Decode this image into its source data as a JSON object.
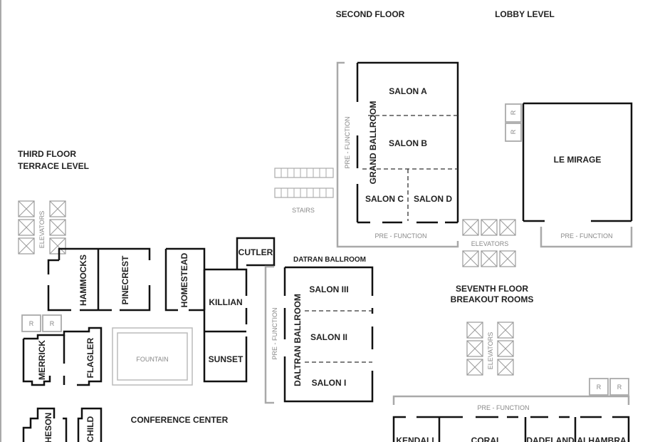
{
  "levels": {
    "second_floor": "SECOND FLOOR",
    "lobby_level": "LOBBY LEVEL",
    "third_floor": "THIRD FLOOR",
    "terrace_level": "TERRACE LEVEL",
    "seventh_floor": "SEVENTH FLOOR",
    "breakout_rooms": "BREAKOUT ROOMS",
    "conference_center": "CONFERENCE CENTER"
  },
  "rooms": {
    "salon_a": "SALON A",
    "salon_b": "SALON B",
    "salon_c": "SALON C",
    "salon_d": "SALON D",
    "grand_ballroom": "GRAND BALLROOM",
    "le_mirage": "LE MIRAGE",
    "datran_ballroom": "DATRAN BALLROOM",
    "daltran_ballroom": "DALTRAN BALLROOM",
    "salon_iii": "SALON III",
    "salon_ii": "SALON II",
    "salon_i": "SALON I",
    "cutler": "CUTLER",
    "killian": "KILLIAN",
    "sunset": "SUNSET",
    "homestead": "HOMESTEAD",
    "hammocks": "HAMMOCKS",
    "pinecrest": "PINECREST",
    "merrick": "MERRICK",
    "flagler": "FLAGLER",
    "fountain": "FOUNTAIN",
    "matheson_partial": "HESON",
    "fairchild_partial": "CHILD",
    "kendall": "KENDALL",
    "coral": "CORAL",
    "dadeland": "DADELAND",
    "alhambra": "ALHAMBRA"
  },
  "features": {
    "pre_function": "PRE - FUNCTION",
    "elevators": "ELEVATORS",
    "stairs": "STAIRS",
    "restroom": "R"
  }
}
